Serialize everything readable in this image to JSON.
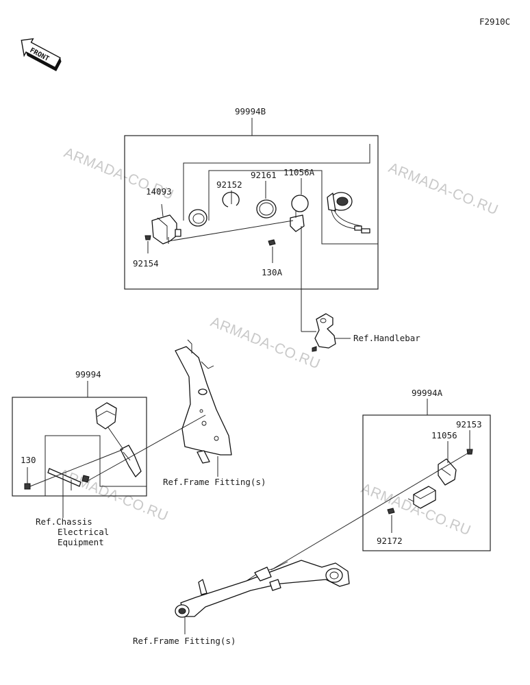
{
  "figure_code": "F2910C",
  "front_label": "FRONT",
  "watermark": "ARMADA-CO.RU",
  "assemblies": {
    "top": "99994B",
    "left": "99994",
    "right": "99994A"
  },
  "parts": {
    "p14093": "14093",
    "p92152": "92152",
    "p92161": "92161",
    "p11056A": "11056A",
    "p92154": "92154",
    "p130A": "130A",
    "p130": "130",
    "p92153": "92153",
    "p11056": "11056",
    "p92172": "92172"
  },
  "refs": {
    "handlebar": "Ref.Handlebar",
    "frame_fitting_mid": "Ref.Frame Fitting(s)",
    "chassis_line1": "Ref.Chassis",
    "chassis_line2": "Electrical",
    "chassis_line3": "Equipment",
    "frame_fitting_bottom": "Ref.Frame Fitting(s)"
  }
}
